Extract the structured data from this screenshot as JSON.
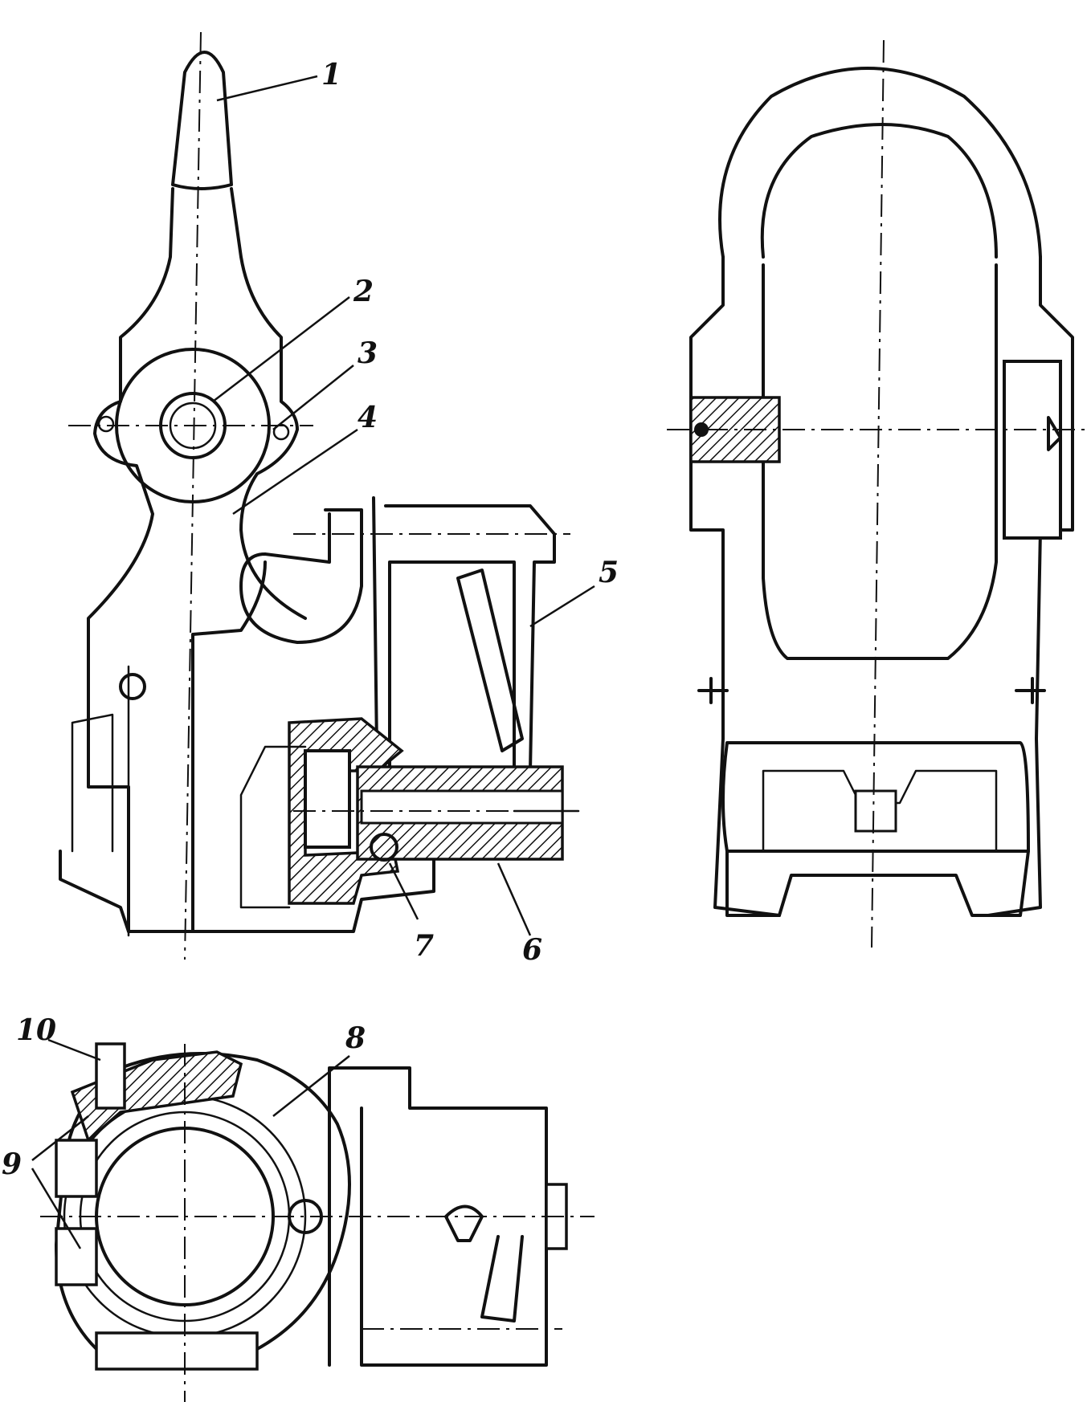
{
  "labels": {
    "l1": "1",
    "l2": "2",
    "l3": "3",
    "l4": "4",
    "l5": "5",
    "l6": "6",
    "l7": "7",
    "l8": "8",
    "l9": "9",
    "l10": "10"
  },
  "colors": {
    "ink": "#111111",
    "paper": "#ffffff"
  }
}
